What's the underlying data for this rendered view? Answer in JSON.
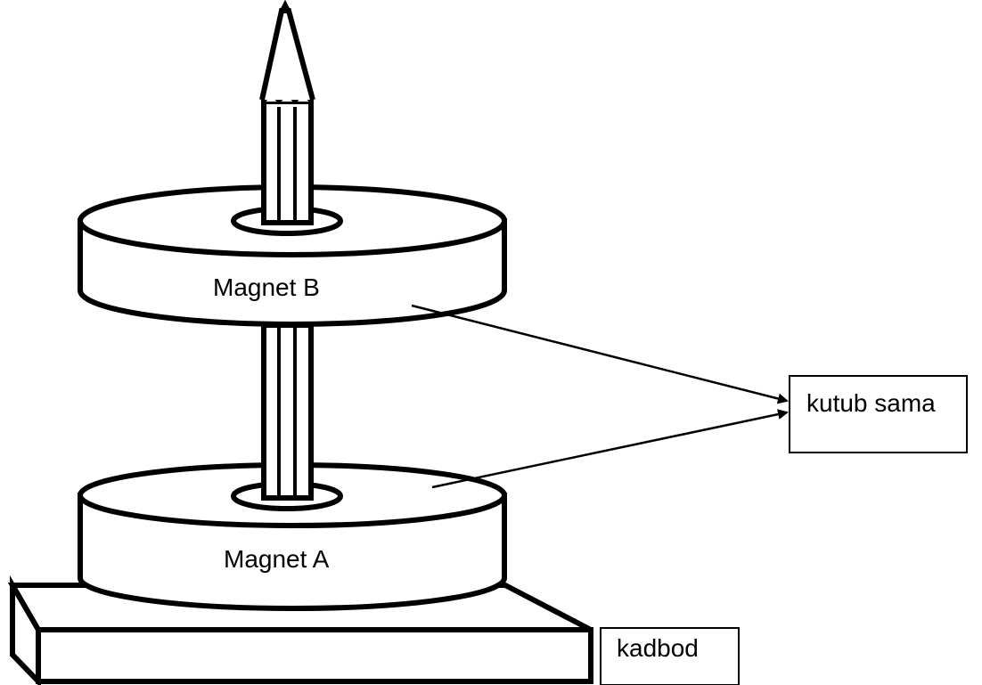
{
  "labels": {
    "magnet_b": "Magnet B",
    "magnet_a": "Magnet A",
    "kutub_sama": "kutub sama",
    "kadbod": "kadbod"
  },
  "colors": {
    "stroke": "#000000",
    "fill": "#ffffff"
  }
}
